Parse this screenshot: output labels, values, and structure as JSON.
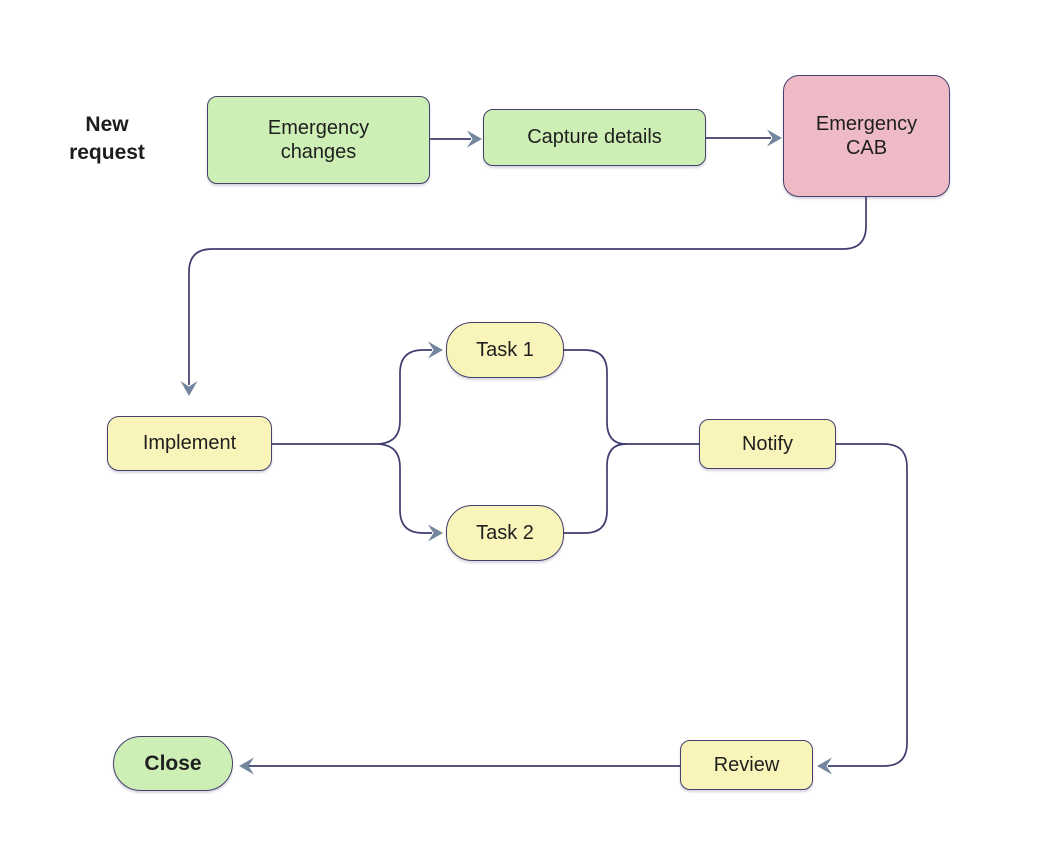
{
  "diagram": {
    "type": "flowchart",
    "annotation": {
      "label": "New request"
    },
    "nodes": {
      "emergency_changes": {
        "label": "Emergency changes",
        "shape": "rounded-rect",
        "fill": "#cdeeb4"
      },
      "capture_details": {
        "label": "Capture details",
        "shape": "rounded-rect",
        "fill": "#cdeeb4"
      },
      "emergency_cab": {
        "label": "Emergency CAB",
        "shape": "rounded-rect",
        "fill": "#eebac6"
      },
      "implement": {
        "label": "Implement",
        "shape": "rounded-rect",
        "fill": "#f9f4ba"
      },
      "task1": {
        "label": "Task 1",
        "shape": "pill",
        "fill": "#f9f4ba"
      },
      "task2": {
        "label": "Task 2",
        "shape": "pill",
        "fill": "#f9f4ba"
      },
      "notify": {
        "label": "Notify",
        "shape": "rounded-rect",
        "fill": "#f9f4ba"
      },
      "review": {
        "label": "Review",
        "shape": "rounded-rect",
        "fill": "#f9f4ba"
      },
      "close": {
        "label": "Close",
        "shape": "pill",
        "fill": "#cdeeb4"
      }
    },
    "edges": [
      {
        "from": "emergency_changes",
        "to": "capture_details",
        "arrow": true
      },
      {
        "from": "capture_details",
        "to": "emergency_cab",
        "arrow": true
      },
      {
        "from": "emergency_cab",
        "to": "implement",
        "arrow": true
      },
      {
        "from": "implement",
        "to": "task1",
        "arrow": true
      },
      {
        "from": "implement",
        "to": "task2",
        "arrow": true
      },
      {
        "from": "task1",
        "to": "notify",
        "arrow": false
      },
      {
        "from": "task2",
        "to": "notify",
        "arrow": false
      },
      {
        "from": "notify",
        "to": "review",
        "arrow": true
      },
      {
        "from": "review",
        "to": "close",
        "arrow": true
      }
    ],
    "colors": {
      "background": "#ffffff",
      "green_fill": "#cdeeb4",
      "pink_fill": "#eebac6",
      "yellow_fill": "#f9f4ba",
      "node_border": "#45406d",
      "connector_stroke": "#3f3d6e",
      "arrowhead_fill": "#74869d",
      "text": "#1f1f1f"
    }
  }
}
